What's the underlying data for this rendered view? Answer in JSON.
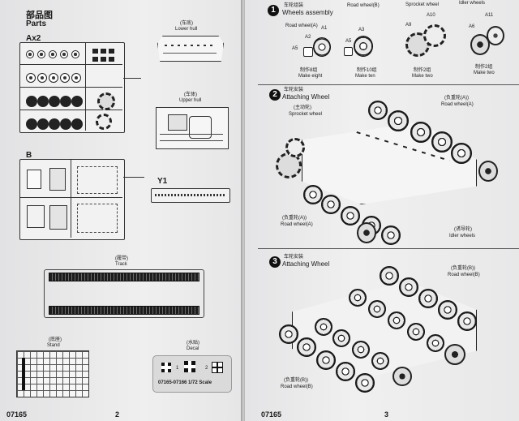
{
  "left_page": {
    "title_cn": "部品图",
    "title_en": "Parts",
    "sprue_a_label": "Ax2",
    "sprue_b_label": "B",
    "lower_hull_cn": "(车底)",
    "lower_hull_en": "Lower hull",
    "upper_hull_cn": "(车体)",
    "upper_hull_en": "Upper hull",
    "sprue_y1_label": "Y1",
    "track_cn": "(履带)",
    "track_en": "Track",
    "stand_cn": "(底座)",
    "stand_en": "Stand",
    "decal_cn": "(水贴)",
    "decal_en": "Decal",
    "decal_numbers": [
      "1",
      "2"
    ],
    "decal_caption": "07165-07166 1/72 Scale",
    "product_code": "07165",
    "page_number": "2"
  },
  "right_page": {
    "step1": {
      "number": "1",
      "title_cn": "车轮组装",
      "title_en": "Wheels assembly",
      "road_wheel_a_label": "Road wheel(A)",
      "road_wheel_b_label": "Road wheel(B)",
      "sprocket_label": "Sprocket wheel",
      "idler_label": "Idler wheels",
      "parts": [
        "A1",
        "A2",
        "A5",
        "A3",
        "A5",
        "A9",
        "A10",
        "A6",
        "A11"
      ],
      "make_eight_cn": "制作8组",
      "make_eight_en": "Make eight",
      "make_ten_cn": "制作10组",
      "make_ten_en": "Make ten",
      "make_two_cn": "制作2组",
      "make_two_en": "Make two",
      "make_two_b_cn": "制作2组",
      "make_two_b_en": "Make two"
    },
    "step2": {
      "number": "2",
      "title_cn": "车轮安装",
      "title_en": "Attaching Wheel",
      "sprocket_cn": "(主动轮)",
      "sprocket_en": "Sprocket wheel",
      "road_a_top_cn": "(负重轮(A))",
      "road_a_top_en": "Road wheel(A)",
      "road_a_bottom_cn": "(负重轮(A))",
      "road_a_bottom_en": "Road wheel(A)",
      "idler_cn": "(诱导轮)",
      "idler_en": "Idler wheels"
    },
    "step3": {
      "number": "3",
      "title_cn": "车轮安装",
      "title_en": "Attaching Wheel",
      "road_b_top_cn": "(负重轮(B))",
      "road_b_top_en": "Road wheel(B)",
      "road_b_bottom_cn": "(负重轮(B))",
      "road_b_bottom_en": "Road wheel(B)"
    },
    "product_code": "07165",
    "page_number": "3"
  }
}
